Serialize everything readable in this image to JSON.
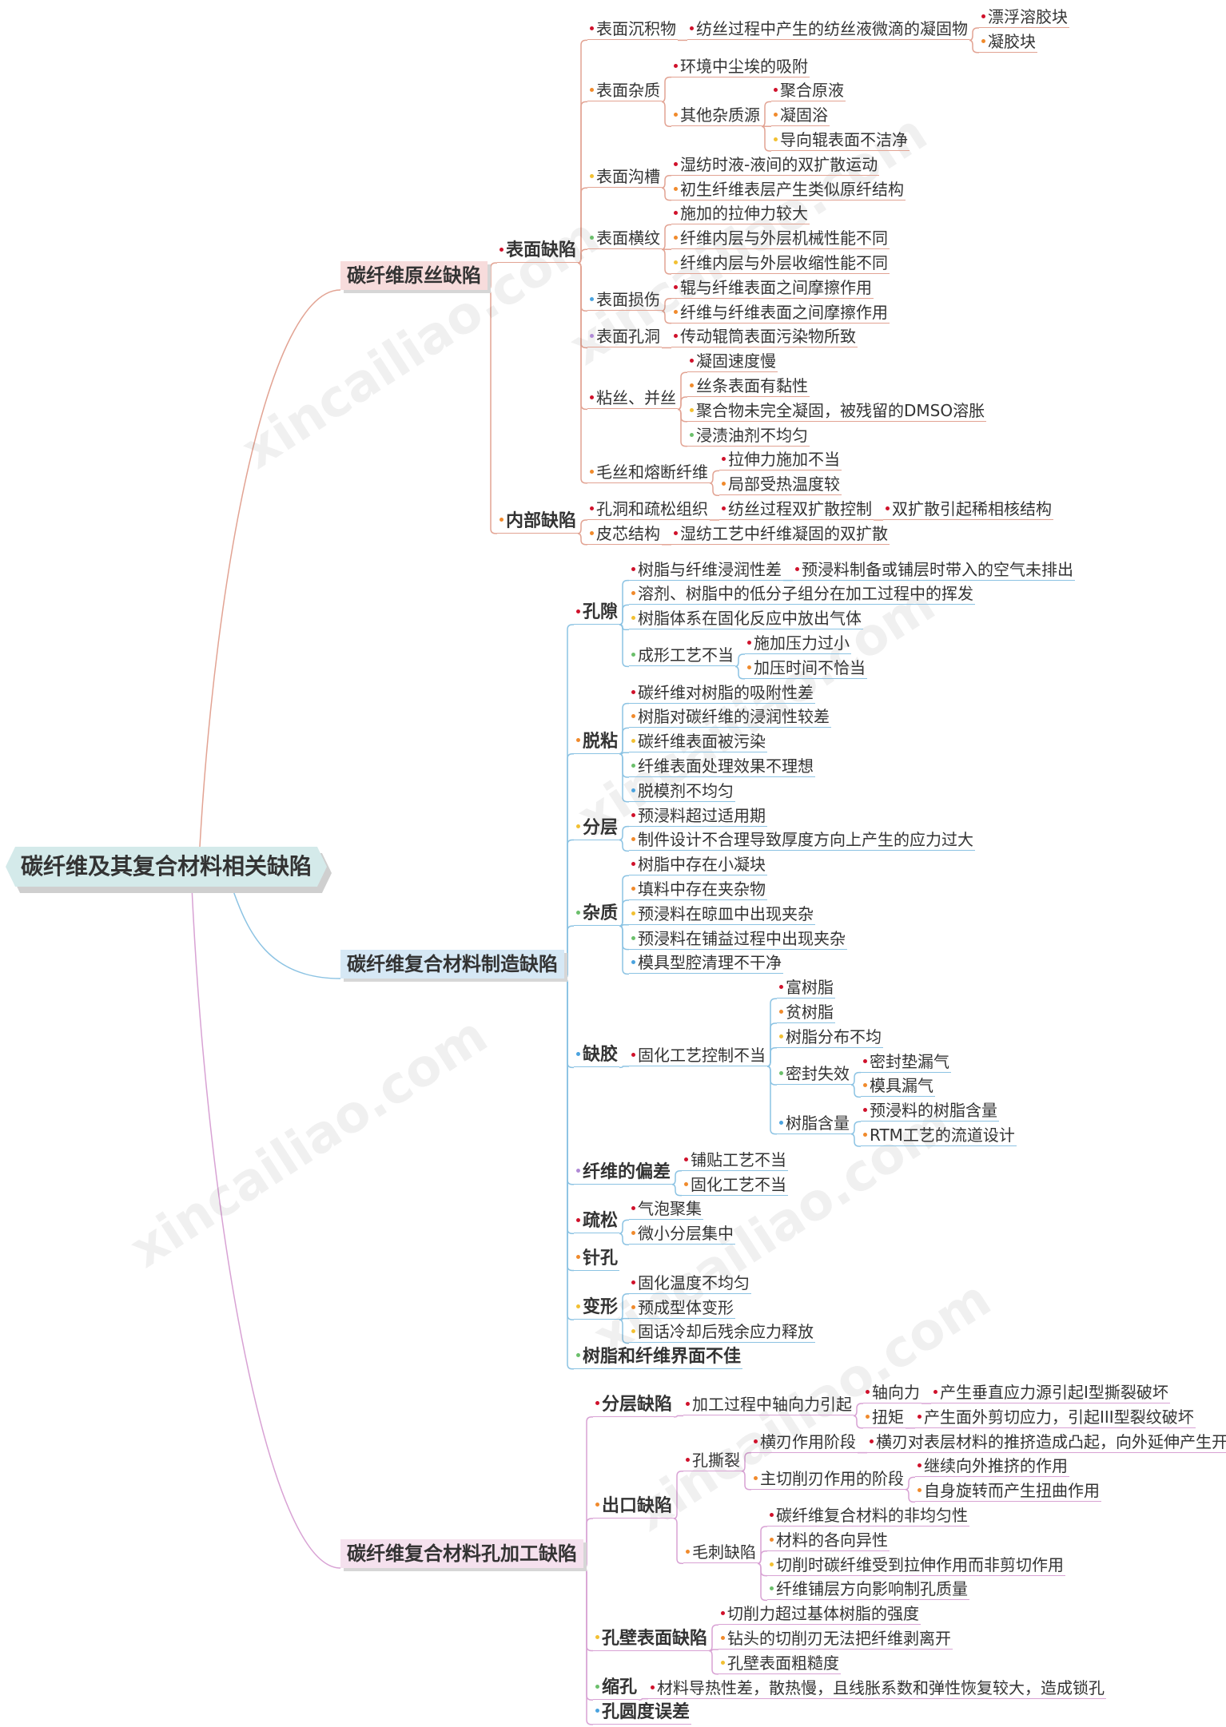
{
  "watermark": "xincailiao.com",
  "colors": {
    "branches": [
      "#e2a393",
      "#8cc3e3",
      "#d8a2d4"
    ],
    "main_bg": [
      "#f7dcdc",
      "#d6e8f5",
      "#f5e1ee"
    ],
    "root_bg": "#d4eaea",
    "bullets": [
      "#d0112b",
      "#f08a2c",
      "#f2c032",
      "#6bbf6b",
      "#4aa3df",
      "#b08ad6"
    ]
  },
  "tree": {
    "label": "碳纤维及其复合材料相关缺陷",
    "children": [
      {
        "label": "碳纤维原丝缺陷",
        "children": [
          {
            "label": "表面缺陷",
            "children": [
              {
                "label": "表面沉积物",
                "children": [
                  {
                    "label": "纺丝过程中产生的纺丝液微滴的凝固物",
                    "children": [
                      {
                        "label": "漂浮溶胶块"
                      },
                      {
                        "label": "凝胶块"
                      }
                    ]
                  }
                ]
              },
              {
                "label": "表面杂质",
                "children": [
                  {
                    "label": "环境中尘埃的吸附"
                  },
                  {
                    "label": "其他杂质源",
                    "children": [
                      {
                        "label": "聚合原液"
                      },
                      {
                        "label": "凝固浴"
                      },
                      {
                        "label": "导向辊表面不洁净"
                      }
                    ]
                  }
                ]
              },
              {
                "label": "表面沟槽",
                "children": [
                  {
                    "label": "湿纺时液-液间的双扩散运动"
                  },
                  {
                    "label": "初生纤维表层产生类似原纤结构"
                  }
                ]
              },
              {
                "label": "表面横纹",
                "children": [
                  {
                    "label": "施加的拉伸力较大"
                  },
                  {
                    "label": "纤维内层与外层机械性能不同"
                  },
                  {
                    "label": "纤维内层与外层收缩性能不同"
                  }
                ]
              },
              {
                "label": "表面损伤",
                "children": [
                  {
                    "label": "辊与纤维表面之间摩擦作用"
                  },
                  {
                    "label": "纤维与纤维表面之间摩擦作用"
                  }
                ]
              },
              {
                "label": "表面孔洞",
                "children": [
                  {
                    "label": "传动辊筒表面污染物所致"
                  }
                ]
              },
              {
                "label": "粘丝、并丝",
                "children": [
                  {
                    "label": "凝固速度慢"
                  },
                  {
                    "label": "丝条表面有黏性"
                  },
                  {
                    "label": "聚合物未完全凝固，被残留的DMSO溶胀"
                  },
                  {
                    "label": "浸渍油剂不均匀"
                  }
                ]
              },
              {
                "label": "毛丝和熔断纤维",
                "children": [
                  {
                    "label": "拉伸力施加不当"
                  },
                  {
                    "label": "局部受热温度较"
                  }
                ]
              }
            ]
          },
          {
            "label": "内部缺陷",
            "children": [
              {
                "label": "孔洞和疏松组织",
                "children": [
                  {
                    "label": "纺丝过程双扩散控制",
                    "children": [
                      {
                        "label": "双扩散引起稀相核结构"
                      }
                    ]
                  }
                ]
              },
              {
                "label": "皮芯结构",
                "children": [
                  {
                    "label": "湿纺工艺中纤维凝固的双扩散"
                  }
                ]
              }
            ]
          }
        ]
      },
      {
        "label": "碳纤维复合材料制造缺陷",
        "children": [
          {
            "label": "孔隙",
            "children": [
              {
                "label": "树脂与纤维浸润性差",
                "children": [
                  {
                    "label": "预浸料制备或铺层时带入的空气未排出"
                  }
                ]
              },
              {
                "label": "溶剂、树脂中的低分子组分在加工过程中的挥发"
              },
              {
                "label": "树脂体系在固化反应中放出气体"
              },
              {
                "label": "成形工艺不当",
                "children": [
                  {
                    "label": "施加压力过小"
                  },
                  {
                    "label": "加压时间不恰当"
                  }
                ]
              }
            ]
          },
          {
            "label": "脱粘",
            "children": [
              {
                "label": "碳纤维对树脂的吸附性差"
              },
              {
                "label": "树脂对碳纤维的浸润性较差"
              },
              {
                "label": "碳纤维表面被污染"
              },
              {
                "label": "纤维表面处理效果不理想"
              },
              {
                "label": "脱模剂不均匀"
              }
            ]
          },
          {
            "label": "分层",
            "children": [
              {
                "label": "预浸料超过适用期"
              },
              {
                "label": "制件设计不合理导致厚度方向上产生的应力过大"
              }
            ]
          },
          {
            "label": "杂质",
            "children": [
              {
                "label": "树脂中存在小凝块"
              },
              {
                "label": "填料中存在夹杂物"
              },
              {
                "label": "预浸料在晾皿中出现夹杂"
              },
              {
                "label": "预浸料在铺益过程中出现夹杂"
              },
              {
                "label": "模具型腔清理不干净"
              }
            ]
          },
          {
            "label": "缺胶",
            "children": [
              {
                "label": "固化工艺控制不当",
                "children": [
                  {
                    "label": "富树脂"
                  },
                  {
                    "label": "贫树脂"
                  },
                  {
                    "label": "树脂分布不均"
                  },
                  {
                    "label": "密封失效",
                    "children": [
                      {
                        "label": "密封垫漏气"
                      },
                      {
                        "label": "模具漏气"
                      }
                    ]
                  },
                  {
                    "label": "树脂含量",
                    "children": [
                      {
                        "label": "预浸料的树脂含量"
                      },
                      {
                        "label": "RTM工艺的流道设计"
                      }
                    ]
                  }
                ]
              }
            ]
          },
          {
            "label": "纤维的偏差",
            "children": [
              {
                "label": "铺贴工艺不当"
              },
              {
                "label": "固化工艺不当"
              }
            ]
          },
          {
            "label": "疏松",
            "children": [
              {
                "label": "气泡聚集"
              },
              {
                "label": "微小分层集中"
              }
            ]
          },
          {
            "label": "针孔"
          },
          {
            "label": "变形",
            "children": [
              {
                "label": "固化温度不均匀"
              },
              {
                "label": "预成型体变形"
              },
              {
                "label": "固话冷却后残余应力释放"
              }
            ]
          },
          {
            "label": "树脂和纤维界面不佳"
          }
        ]
      },
      {
        "label": "碳纤维复合材料孔加工缺陷",
        "children": [
          {
            "label": "分层缺陷",
            "children": [
              {
                "label": "加工过程中轴向力引起",
                "children": [
                  {
                    "label": "轴向力",
                    "children": [
                      {
                        "label": "产生垂直应力源引起I型撕裂破坏"
                      }
                    ]
                  },
                  {
                    "label": "扭矩",
                    "children": [
                      {
                        "label": "产生面外剪切应力，引起III型裂纹破坏"
                      }
                    ]
                  }
                ]
              }
            ]
          },
          {
            "label": "出口缺陷",
            "children": [
              {
                "label": "孔撕裂",
                "children": [
                  {
                    "label": "横刃作用阶段",
                    "children": [
                      {
                        "label": "横刃对表层材料的推挤造成凸起，向外延伸产生开裂"
                      }
                    ]
                  },
                  {
                    "label": "主切削刃作用的阶段",
                    "children": [
                      {
                        "label": "继续向外推挤的作用"
                      },
                      {
                        "label": "自身旋转而产生扭曲作用"
                      }
                    ]
                  }
                ]
              },
              {
                "label": "毛刺缺陷",
                "children": [
                  {
                    "label": "碳纤维复合材料的非均匀性"
                  },
                  {
                    "label": "材料的各向异性"
                  },
                  {
                    "label": "切削时碳纤维受到拉伸作用而非剪切作用"
                  },
                  {
                    "label": "纤维铺层方向影响制孔质量"
                  }
                ]
              }
            ]
          },
          {
            "label": "孔壁表面缺陷",
            "children": [
              {
                "label": "切削力超过基体树脂的强度"
              },
              {
                "label": "钻头的切削刃无法把纤维剥离开"
              },
              {
                "label": "孔壁表面粗糙度"
              }
            ]
          },
          {
            "label": "缩孔",
            "children": [
              {
                "label": "材料导热性差，散热慢，且线胀系数和弹性恢复较大，造成锁孔"
              }
            ]
          },
          {
            "label": "孔圆度误差"
          }
        ]
      }
    ]
  }
}
